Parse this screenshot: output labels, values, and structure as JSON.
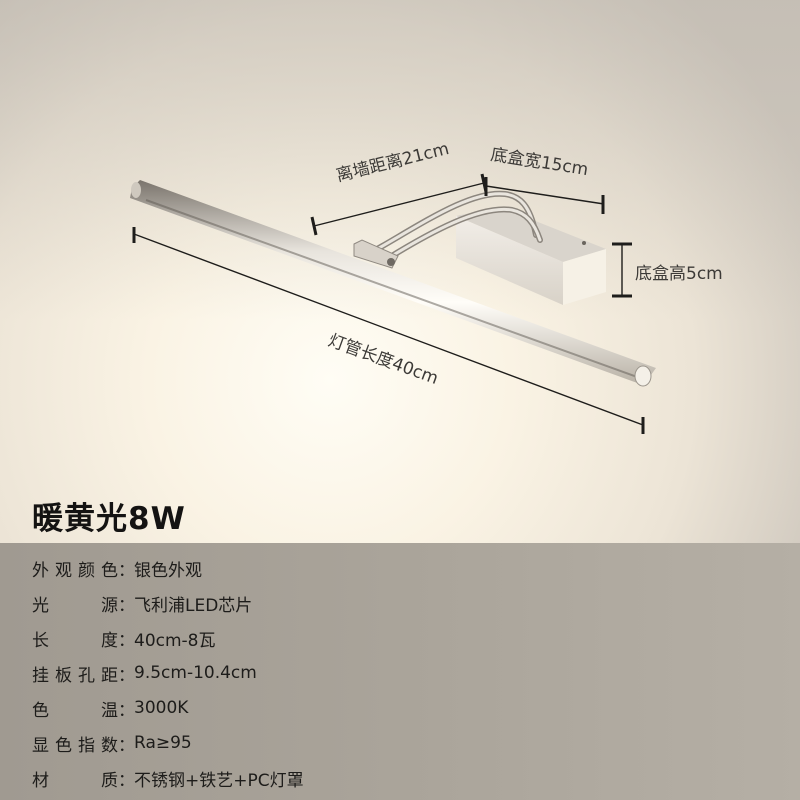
{
  "dimensions": {
    "wall_distance": "离墙距离21cm",
    "base_width": "底盒宽15cm",
    "base_height": "底盒高5cm",
    "tube_length": "灯管长度40cm"
  },
  "title": "暖黄光8W",
  "specs": [
    {
      "label": "外观颜色",
      "value": "银色外观"
    },
    {
      "label": "光源",
      "value": "飞利浦LED芯片"
    },
    {
      "label": "长度",
      "value": "40cm-8瓦"
    },
    {
      "label": "挂板孔距",
      "value": "9.5cm-10.4cm"
    },
    {
      "label": "色温",
      "value": "3000K"
    },
    {
      "label": "显色指数",
      "value": "Ra≥95"
    },
    {
      "label": "材质",
      "value": "不锈钢+铁艺+PC灯罩"
    }
  ],
  "colon": "：",
  "colors": {
    "warm_light": "#fdf6e6",
    "wall": "#e6e0d6",
    "panel": "#a8a298"
  }
}
